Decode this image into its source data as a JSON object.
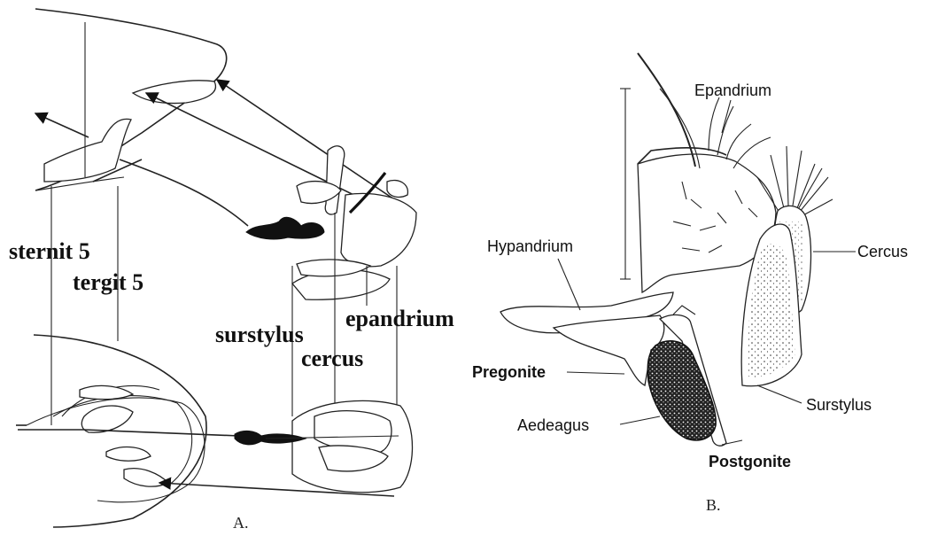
{
  "panel_a": {
    "panel_label": "A.",
    "labels": {
      "sternit": "sternit 5",
      "tergit": "tergit 5",
      "surstylus": "surstylus",
      "cercus": "cercus",
      "epandrium": "epandrium"
    }
  },
  "panel_b": {
    "panel_label": "B.",
    "labels": {
      "epandrium": "Epandrium",
      "hypandrium": "Hypandrium",
      "cercus": "Cercus",
      "pregonite": "Pregonite",
      "aedeagus": "Aedeagus",
      "surstylus": "Surstylus",
      "postgonite": "Postgonite"
    }
  }
}
